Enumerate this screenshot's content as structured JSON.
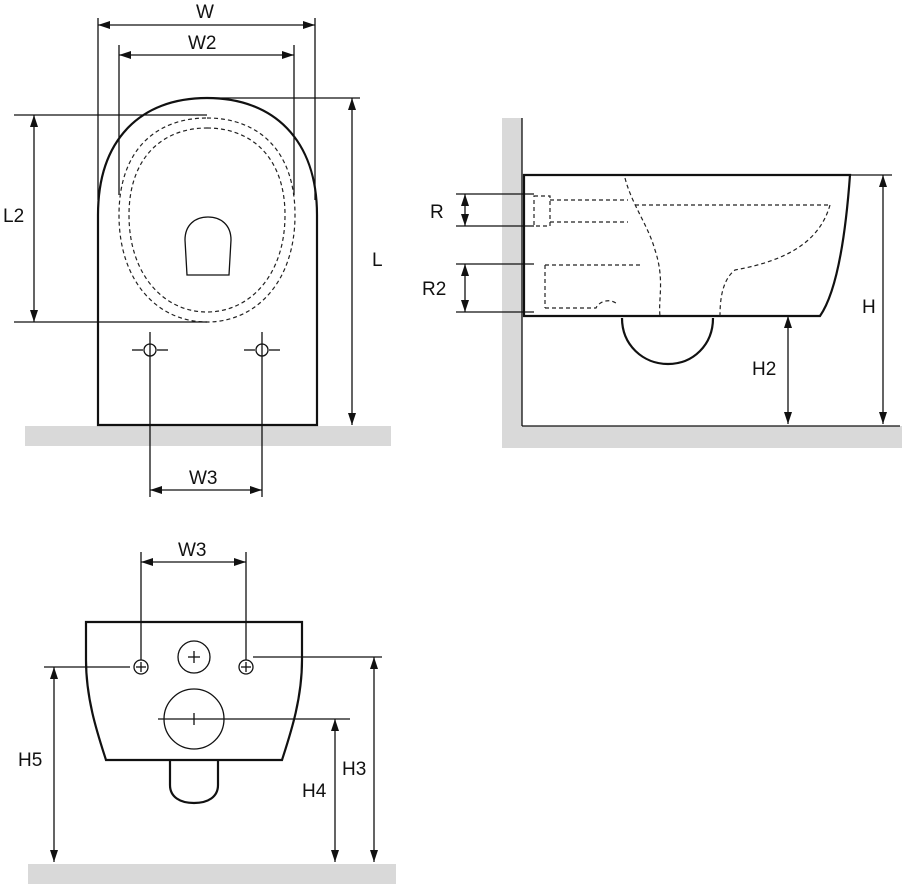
{
  "labels": {
    "w": "W",
    "w2": "W2",
    "l2": "L2",
    "l": "L",
    "w3_top": "W3",
    "r": "R",
    "r2": "R2",
    "h": "H",
    "h2": "H2",
    "w3_bottom": "W3",
    "h5": "H5",
    "h4": "H4",
    "h3": "H3"
  }
}
